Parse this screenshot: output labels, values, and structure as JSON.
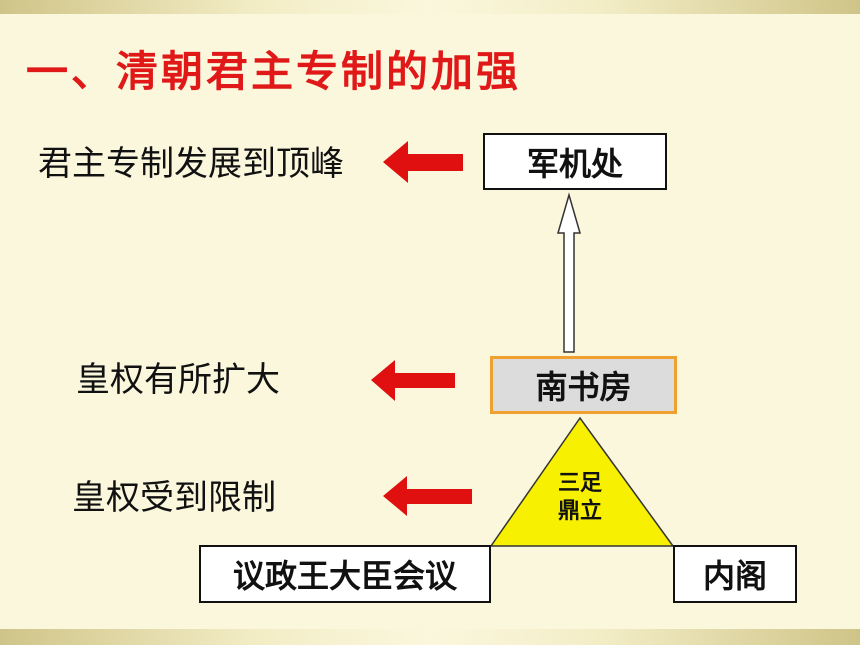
{
  "title": "一、清朝君主专制的加强",
  "annotations": {
    "peak": "君主专制发展到顶峰",
    "expanded": "皇权有所扩大",
    "limited": "皇权受到限制"
  },
  "nodes": {
    "junjichu": "军机处",
    "nanshufang": "南书房",
    "yizheng": "议政王大臣会议",
    "neige": "内阁",
    "triangle": "三足鼎立"
  },
  "colors": {
    "title": "#e01818",
    "arrow": "#e01010",
    "triangle_fill": "#f7f000",
    "nanshufang_border": "#f0a030",
    "background": "#fbf7dd"
  }
}
